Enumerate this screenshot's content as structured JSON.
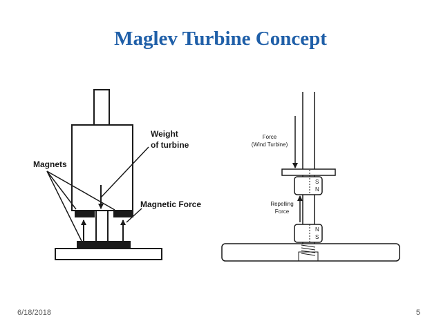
{
  "slide": {
    "title": "Maglev Turbine Concept",
    "date": "6/18/2018",
    "page_number": "5"
  },
  "left_diagram": {
    "label_weight_line1": "Weight",
    "label_weight_line2": "of turbine",
    "label_magnets": "Magnets",
    "label_magnetic_force": "Magnetic Force"
  },
  "right_diagram": {
    "label_force_line1": "Force",
    "label_force_line2": "(Wind Turbine)",
    "label_repelling_line1": "Repelling",
    "label_repelling_line2": "Force",
    "upper_magnet_top_pole": "S",
    "upper_magnet_bottom_pole": "N",
    "lower_magnet_top_pole": "N",
    "lower_magnet_bottom_pole": "S"
  },
  "colors": {
    "title": "#1f5fa8",
    "lines": "#1a1a1a"
  }
}
